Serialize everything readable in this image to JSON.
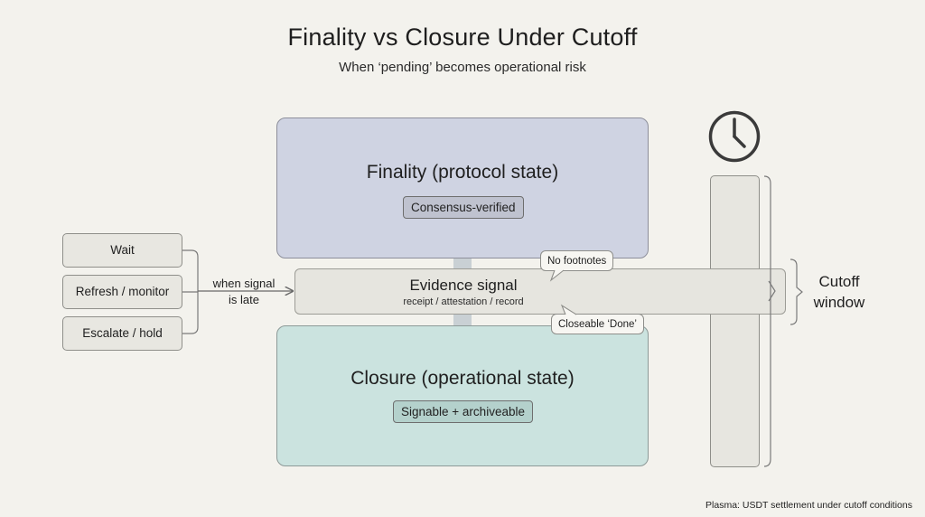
{
  "header": {
    "title": "Finality vs Closure Under Cutoff",
    "subtitle": "When ‘pending’ becomes operational risk"
  },
  "finality": {
    "title": "Finality (protocol state)",
    "badge": "Consensus-verified",
    "color": "#cfd3e2"
  },
  "evidence": {
    "title": "Evidence signal",
    "subtitle": "receipt / attestation / record",
    "callout_top": "No footnotes",
    "callout_bottom": "Closeable ‘Done’"
  },
  "closure": {
    "title": "Closure (operational state)",
    "badge": "Signable + archiveable",
    "color": "#cbe3df"
  },
  "actions": [
    {
      "label": "Wait"
    },
    {
      "label": "Refresh / monitor"
    },
    {
      "label": "Escalate / hold"
    }
  ],
  "late_signal": {
    "line1": "when signal",
    "line2": "is late"
  },
  "cutoff": {
    "line1": "Cutoff",
    "line2": "window",
    "icon": "clock-icon"
  },
  "footer": {
    "caption": "Plasma: USDT settlement under cutoff conditions"
  }
}
